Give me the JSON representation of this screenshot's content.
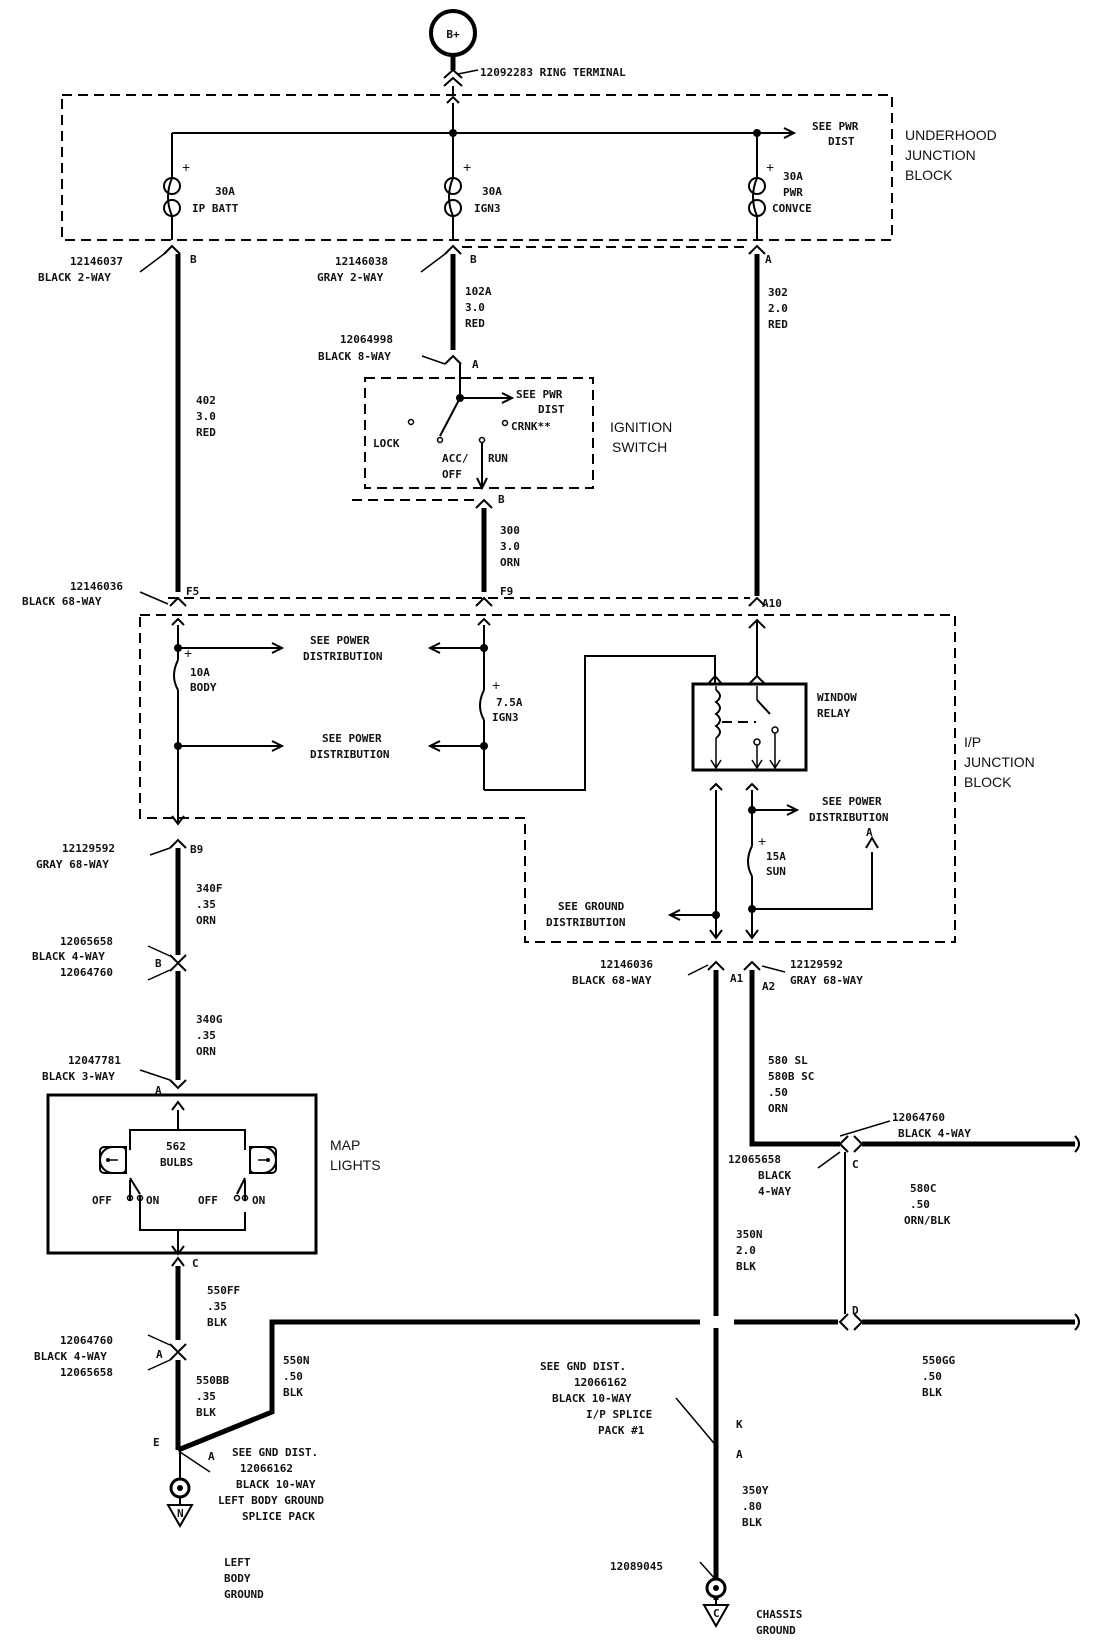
{
  "power": {
    "label": "B+",
    "ring_terminal": "12092283 RING TERMINAL"
  },
  "underhood": {
    "title1": "UNDERHOOD",
    "title2": "JUNCTION",
    "title3": "BLOCK",
    "see_pwr_dist_1": "SEE PWR",
    "see_pwr_dist_2": "DIST",
    "fuse1_amp": "30A",
    "fuse1_name": "IP BATT",
    "fuse2_amp": "30A",
    "fuse2_name": "IGN3",
    "fuse3_amp": "30A",
    "fuse3_line2": "PWR",
    "fuse3_line3": "CONVCE"
  },
  "connectors": {
    "c1_part": "12146037",
    "c1_desc": "BLACK 2-WAY",
    "c1_pin": "B",
    "c2_part": "12146038",
    "c2_desc": "GRAY 2-WAY",
    "c2_pin": "B",
    "c3_pin": "A",
    "ign_conn_part": "12064998",
    "ign_conn_desc": "BLACK 8-WAY",
    "ign_pin_a": "A",
    "ign_pin_b": "B",
    "ip_part": "12146036",
    "ip_desc": "BLACK 68-WAY",
    "pin_f5": "F5",
    "pin_f9": "F9",
    "pin_a10": "A10",
    "b9_part": "12129592",
    "b9_desc": "GRAY 68-WAY",
    "pin_b9": "B9",
    "c4_part": "12065658",
    "c4_desc": "BLACK 4-WAY",
    "c4_part2": "12064760",
    "c4_pin": "B",
    "c5_part": "12047781",
    "c5_desc": "BLACK 3-WAY",
    "c5_pin": "A",
    "map_out_pin": "C",
    "c6_part": "12064760",
    "c6_desc": "BLACK 4-WAY",
    "c6_part2": "12065658",
    "c6_pin": "A",
    "a1_part": "12146036",
    "a1_desc": "BLACK 68-WAY",
    "pin_a1": "A1",
    "a2_part": "12129592",
    "a2_desc": "GRAY 68-WAY",
    "pin_a2": "A2",
    "r_conn_part": "12064760",
    "r_conn_desc": "BLACK 4-WAY",
    "r2_part": "12065658",
    "r2_desc1": "BLACK",
    "r2_desc2": "4-WAY",
    "pin_c": "C",
    "pin_d": "D"
  },
  "wires": {
    "w402_1": "402",
    "w402_2": "3.0",
    "w402_3": "RED",
    "w102_1": "102A",
    "w102_2": "3.0",
    "w102_3": "RED",
    "w302_1": "302",
    "w302_2": "2.0",
    "w302_3": "RED",
    "w300_1": "300",
    "w300_2": "3.0",
    "w300_3": "ORN",
    "w340f_1": "340F",
    "w340f_2": ".35",
    "w340f_3": "ORN",
    "w340g_1": "340G",
    "w340g_2": ".35",
    "w340g_3": "ORN",
    "w550ff_1": "550FF",
    "w550ff_2": ".35",
    "w550ff_3": "BLK",
    "w550bb_1": "550BB",
    "w550bb_2": ".35",
    "w550bb_3": "BLK",
    "w550n_1": "550N",
    "w550n_2": ".50",
    "w550n_3": "BLK",
    "w580_1": "580 SL",
    "w580_2": "580B SC",
    "w580_3": ".50",
    "w580_4": "ORN",
    "w580c_1": "580C",
    "w580c_2": ".50",
    "w580c_3": "ORN/BLK",
    "w350n_1": "350N",
    "w350n_2": "2.0",
    "w350n_3": "BLK",
    "w550gg_1": "550GG",
    "w550gg_2": ".50",
    "w550gg_3": "BLK",
    "w350y_1": "350Y",
    "w350y_2": ".80",
    "w350y_3": "BLK"
  },
  "ignition": {
    "title1": "IGNITION",
    "title2": "SWITCH",
    "see1": "SEE PWR",
    "see2": "DIST",
    "crnk": "CRNK**",
    "lock": "LOCK",
    "acc1": "ACC/",
    "acc2": "OFF",
    "run": "RUN"
  },
  "ip_block": {
    "title1": "I/P",
    "title2": "JUNCTION",
    "title3": "BLOCK",
    "see_pd1_a": "SEE POWER",
    "see_pd1_b": "DISTRIBUTION",
    "see_pd2_a": "SEE POWER",
    "see_pd2_b": "DISTRIBUTION",
    "see_pd3_a": "SEE POWER",
    "see_pd3_b": "DISTRIBUTION",
    "see_gd_a": "SEE GROUND",
    "see_gd_b": "DISTRIBUTION",
    "fuse_body_amp": "10A",
    "fuse_body_name": "BODY",
    "fuse_ign3_amp": "7.5A",
    "fuse_ign3_name": "IGN3",
    "fuse_sun_amp": "15A",
    "fuse_sun_name": "SUN",
    "relay1": "WINDOW",
    "relay2": "RELAY",
    "marker_a": "A"
  },
  "map_lights": {
    "title1": "MAP",
    "title2": "LIGHTS",
    "bulbs1": "562",
    "bulbs2": "BULBS",
    "off_l": "OFF",
    "on_l": "ON",
    "off_r": "OFF",
    "on_r": "ON"
  },
  "grounds": {
    "left_gd1": "SEE GND DIST.",
    "left_gd2": "12066162",
    "left_gd3": "BLACK 10-WAY",
    "left_gd4": "LEFT BODY GROUND",
    "left_gd5": "SPLICE PACK",
    "pin_e": "E",
    "pin_a_left": "A",
    "sym_n": "N",
    "left_name1": "LEFT",
    "left_name2": "BODY",
    "left_name3": "GROUND",
    "ip_gd1": "SEE GND DIST.",
    "ip_gd2": "12066162",
    "ip_gd3": "BLACK 10-WAY",
    "ip_gd4": "I/P SPLICE",
    "ip_gd5": "PACK #1",
    "pin_k": "K",
    "pin_a_ip": "A",
    "chassis_part": "12089045",
    "sym_c": "C",
    "chassis1": "CHASSIS",
    "chassis2": "GROUND"
  }
}
